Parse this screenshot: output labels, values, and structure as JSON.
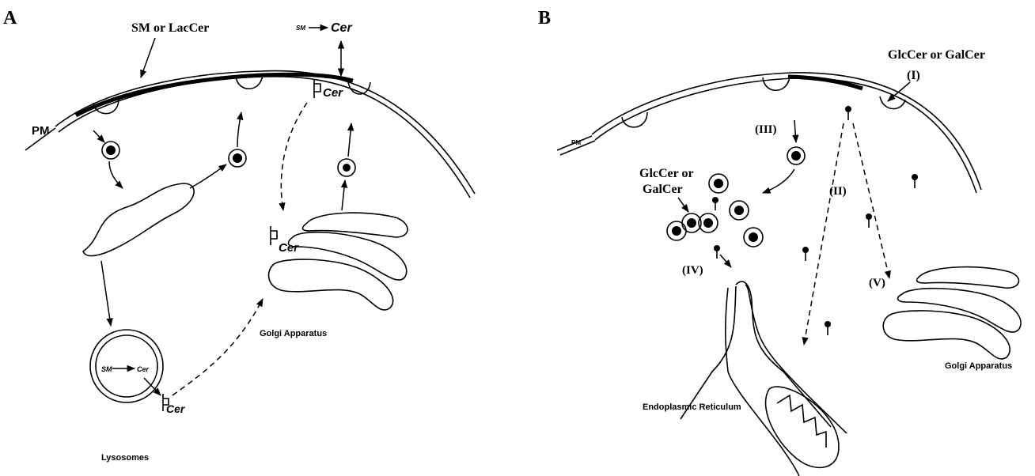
{
  "panel_a": {
    "letter": "A",
    "label_sm_lac": "SM or LacCer",
    "label_pm": "PM",
    "label_sm_top": "SM",
    "label_cer_top": "Cer",
    "label_cer_pm": "Cer",
    "label_cer_golgi": "Cer",
    "label_sm_lys": "SM",
    "label_cer_lys_in": "Cer",
    "label_cer_lys_out": "Cer",
    "label_golgi": "Golgi Apparatus",
    "label_lysosomes": "Lysosomes"
  },
  "panel_b": {
    "letter": "B",
    "label_pm": "PM",
    "label_gc_top": "GlcCer or GalCer",
    "label_gc_left_1": "GlcCer or",
    "label_gc_left_2": "GalCer",
    "step_1": "(I)",
    "step_2": "(II)",
    "step_3": "(III)",
    "step_4": "(IV)",
    "step_5": "(V)",
    "label_er": "Endoplasmic Reticulum",
    "label_golgi": "Golgi Apparatus"
  }
}
